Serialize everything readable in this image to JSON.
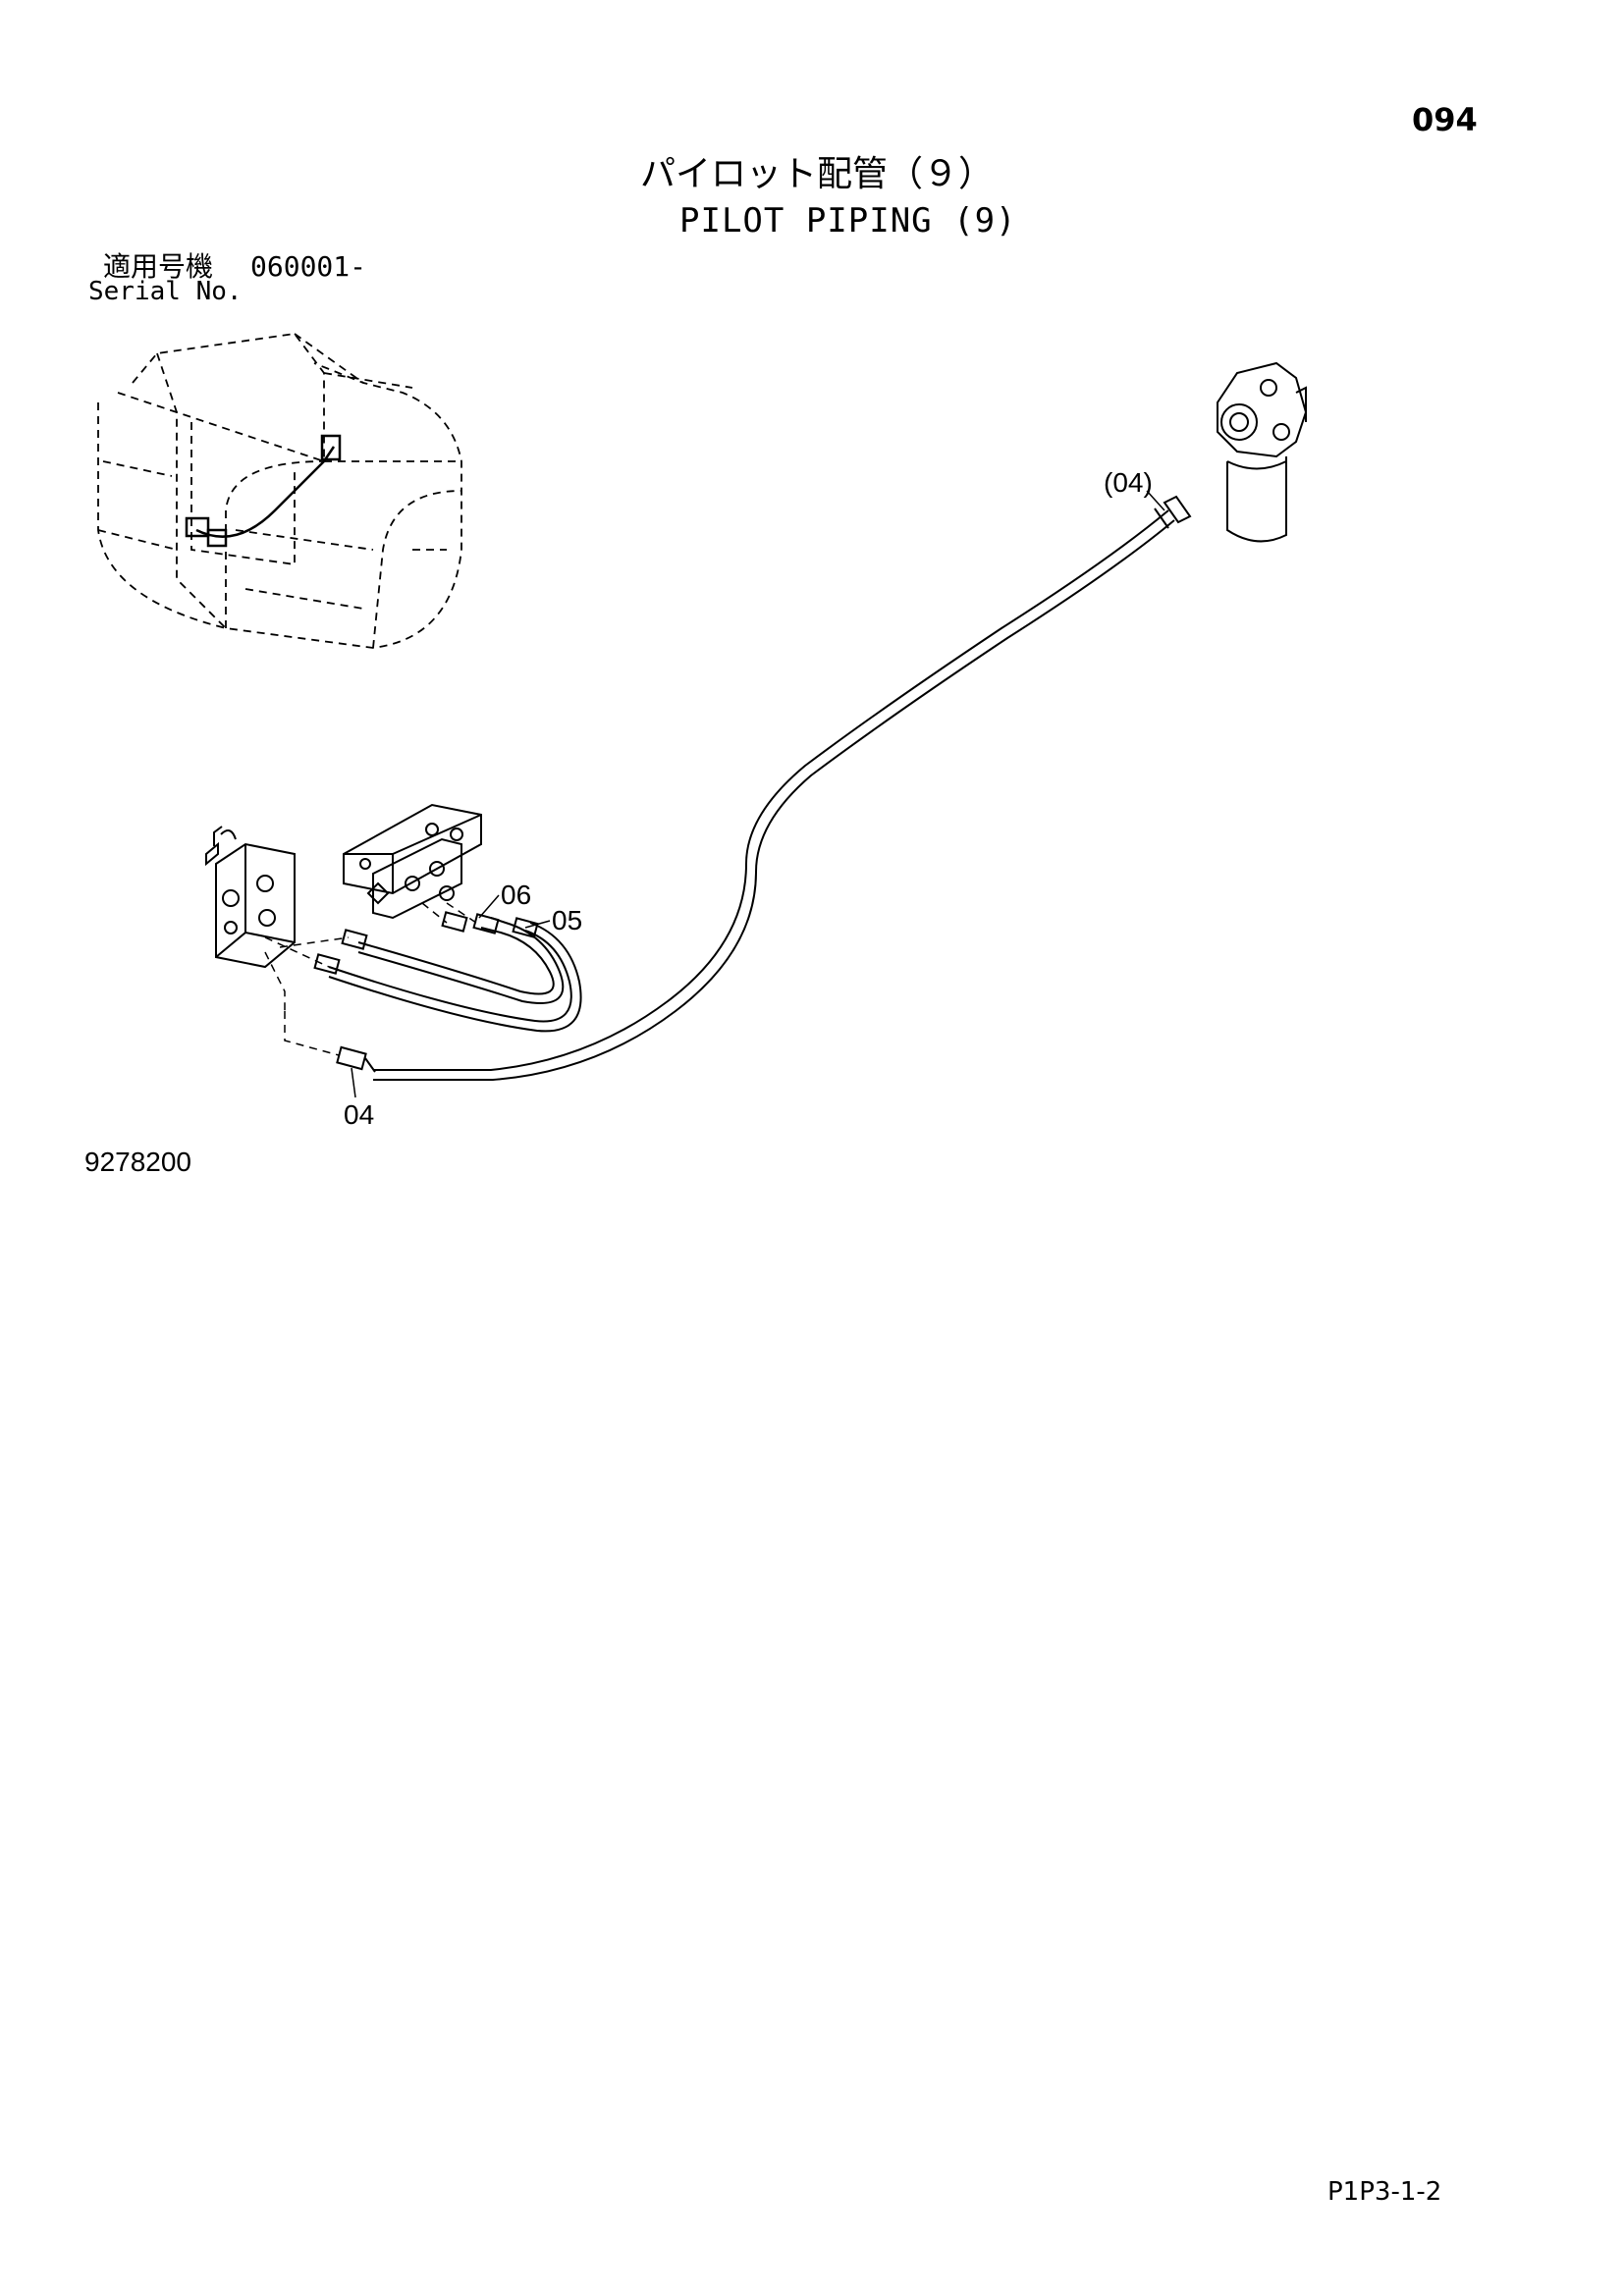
{
  "page_number": "094",
  "title_jp": "パイロット配管（９）",
  "title_en": "PILOT PIPING (9)",
  "serial": {
    "label_jp": "適用号機",
    "range": "060001-",
    "label_en": "Serial No."
  },
  "callouts": {
    "c04_paren": "(04)",
    "c06": "06",
    "c05": "05",
    "c04": "04"
  },
  "drawing_number": "9278200",
  "doc_code": "P1P3-1-2"
}
